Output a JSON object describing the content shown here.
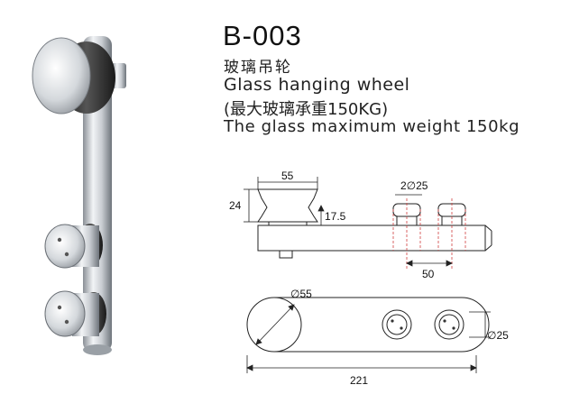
{
  "product": {
    "model": "B-003",
    "name_cn": "玻璃吊轮",
    "name_en": "Glass hanging wheel",
    "capacity_cn": "(最大玻璃承重150KG)",
    "capacity_en": "The glass maximum weight 150kg"
  },
  "dimensions": {
    "wheel_width": "55",
    "wheel_height": "24",
    "offset": "17.5",
    "stopper_dia": "2∅25",
    "stopper_spacing": "50",
    "wheel_diameter": "∅55",
    "stopper_side_dia": "∅25",
    "total_length": "221"
  }
}
